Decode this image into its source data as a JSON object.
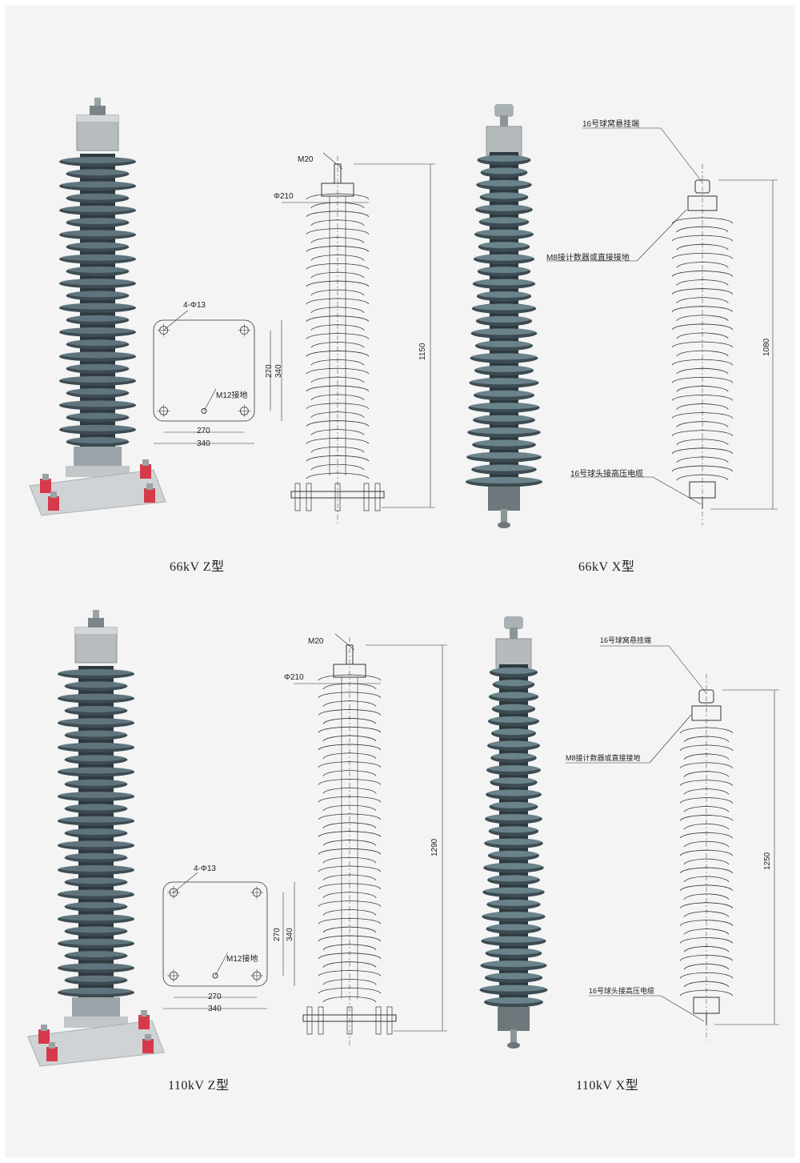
{
  "colors": {
    "shed": "#3d4b52",
    "shed_light": "#7e97a0",
    "flange": "#8e9aa0",
    "terminal_red": "#d63a4a",
    "drawing_line": "#333333",
    "background": "#f3f4f3"
  },
  "sections": [
    {
      "z": {
        "caption": "66kV Z型",
        "hole_label": "4-Φ13",
        "ground_label": "M12接地",
        "dim_270_h": "270",
        "dim_340_h": "340",
        "dim_270_v": "270",
        "dim_340_v": "340",
        "thread_label": "M20",
        "diameter_label": "Φ210",
        "height_label": "1150"
      },
      "x": {
        "caption": "66kV X型",
        "top_label": "16号球窝悬挂端",
        "counter_label": "M8接计数器或直接接地",
        "bottom_label": "16号球头接高压电缆",
        "height_label": "1080"
      }
    },
    {
      "z": {
        "caption": "110kV Z型",
        "hole_label": "4-Φ13",
        "ground_label": "M12接地",
        "dim_270_h": "270",
        "dim_340_h": "340",
        "dim_270_v": "270",
        "dim_340_v": "340",
        "thread_label": "M20",
        "diameter_label": "Φ210",
        "height_label": "1290"
      },
      "x": {
        "caption": "110kV X型",
        "top_label": "16号球窝悬挂端",
        "counter_label": "M8接计数器或直接接地",
        "bottom_label": "16号球头接高压电缆",
        "height_label": "1250"
      }
    }
  ]
}
